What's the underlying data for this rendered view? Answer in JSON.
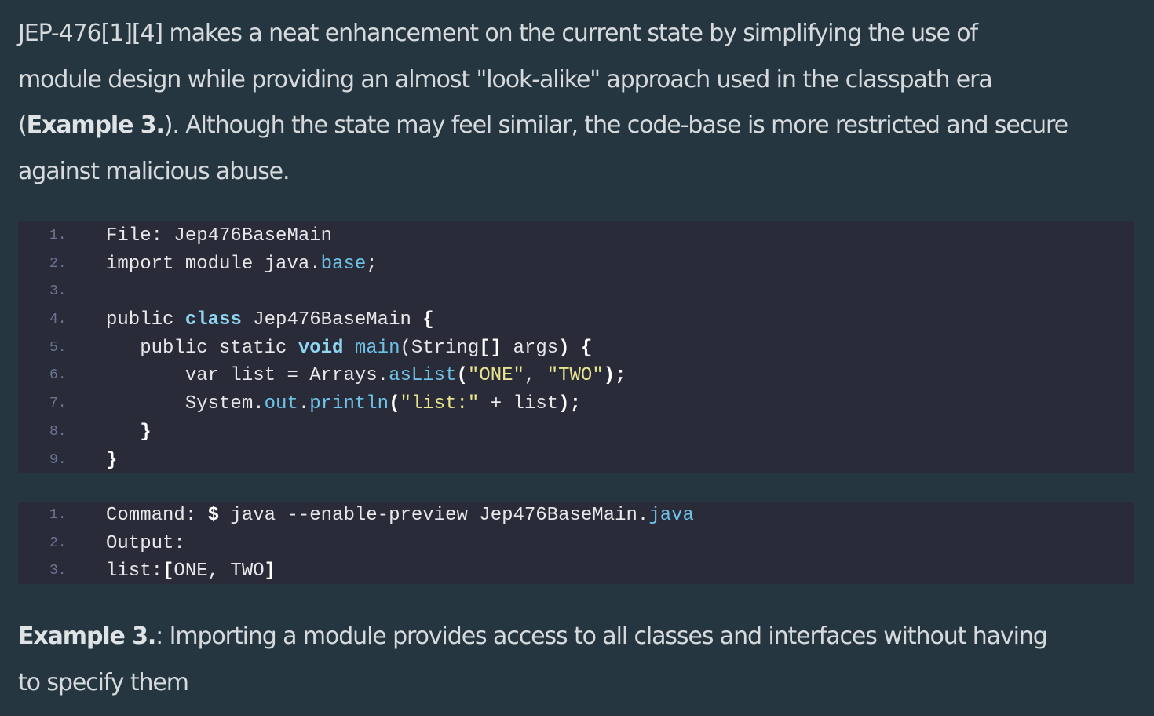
{
  "intro": {
    "lines": [
      "JEP-476[1][4] makes a neat enhancement on the current state by simplifying the use of",
      "module design while providing an almost \"look-alike\" approach used in the classpath era"
    ],
    "line3_open": "(",
    "line3_bold": "Example 3.",
    "line3_rest": "). Although the state may feel similar, the code-base is more restricted and secure",
    "line4": "against malicious abuse."
  },
  "code_block_1": {
    "colors": {
      "background": "#292c38",
      "keyword": "#8ed6f2",
      "method": "#6ec2e8",
      "string": "#e9e58f",
      "line_number": "#6b7596"
    },
    "lines": [
      {
        "n": "1.",
        "t": [
          "File: Jep476BaseMain"
        ]
      },
      {
        "n": "2.",
        "t": [
          "import module java.",
          "base",
          ";"
        ]
      },
      {
        "n": "3.",
        "t": [
          ""
        ]
      },
      {
        "n": "4.",
        "t": [
          "public ",
          "class",
          " Jep476BaseMain ",
          "{"
        ]
      },
      {
        "n": "5.",
        "t": [
          "   public static ",
          "void",
          " ",
          "main",
          "(String",
          "[]",
          " args",
          ")",
          " ",
          "{"
        ]
      },
      {
        "n": "6.",
        "t": [
          "       var list = Arrays.",
          "asList",
          "(",
          "\"ONE\"",
          ", ",
          "\"TWO\"",
          ")",
          ";"
        ]
      },
      {
        "n": "7.",
        "t": [
          "       System.",
          "out",
          ".",
          "println",
          "(",
          "\"list:\"",
          " + list",
          ")",
          ";"
        ]
      },
      {
        "n": "8.",
        "t": [
          "   ",
          "}"
        ]
      },
      {
        "n": "9.",
        "t": [
          "",
          "}"
        ]
      }
    ]
  },
  "code_block_2": {
    "lines": [
      {
        "n": "1.",
        "t": [
          "Command: ",
          "$",
          " java --enable-preview Jep476BaseMain.",
          "java"
        ]
      },
      {
        "n": "2.",
        "t": [
          "Output:"
        ]
      },
      {
        "n": "3.",
        "t": [
          "list:",
          "[",
          "ONE, TWO",
          "]"
        ]
      }
    ]
  },
  "caption": {
    "bold": "Example 3.",
    "line1_rest": ": Importing a module provides access to all classes and interfaces without having",
    "line2": "to specify them"
  }
}
